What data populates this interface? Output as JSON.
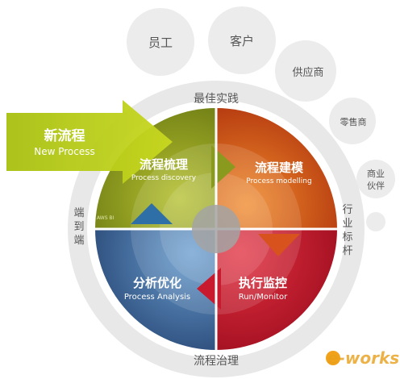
{
  "stakeholders": {
    "employees": "员工",
    "customers": "客户",
    "suppliers": "供应商",
    "retailers": "零售商",
    "partners": [
      "商业",
      "伙伴"
    ]
  },
  "ring": {
    "top": "最佳实践",
    "bottom": "流程治理",
    "left": [
      "端",
      "到",
      "端"
    ],
    "right": [
      "行",
      "业",
      "标",
      "杆"
    ]
  },
  "entry_arrow": {
    "zh": "新流程",
    "en": "New Process"
  },
  "quadrants": {
    "discovery": {
      "zh": "流程梳理",
      "en": "Process discovery",
      "color": "#8a9a1e"
    },
    "modelling": {
      "zh": "流程建模",
      "en": "Process modelling",
      "color": "#d8521e"
    },
    "monitor": {
      "zh": "执行监控",
      "en": "Run/Monitor",
      "color": "#c8192e"
    },
    "analysis": {
      "zh": "分析优化",
      "en": "Process Analysis",
      "color": "#2e6fa8"
    }
  },
  "small_mark": "AWS BI",
  "watermark": "e-works"
}
